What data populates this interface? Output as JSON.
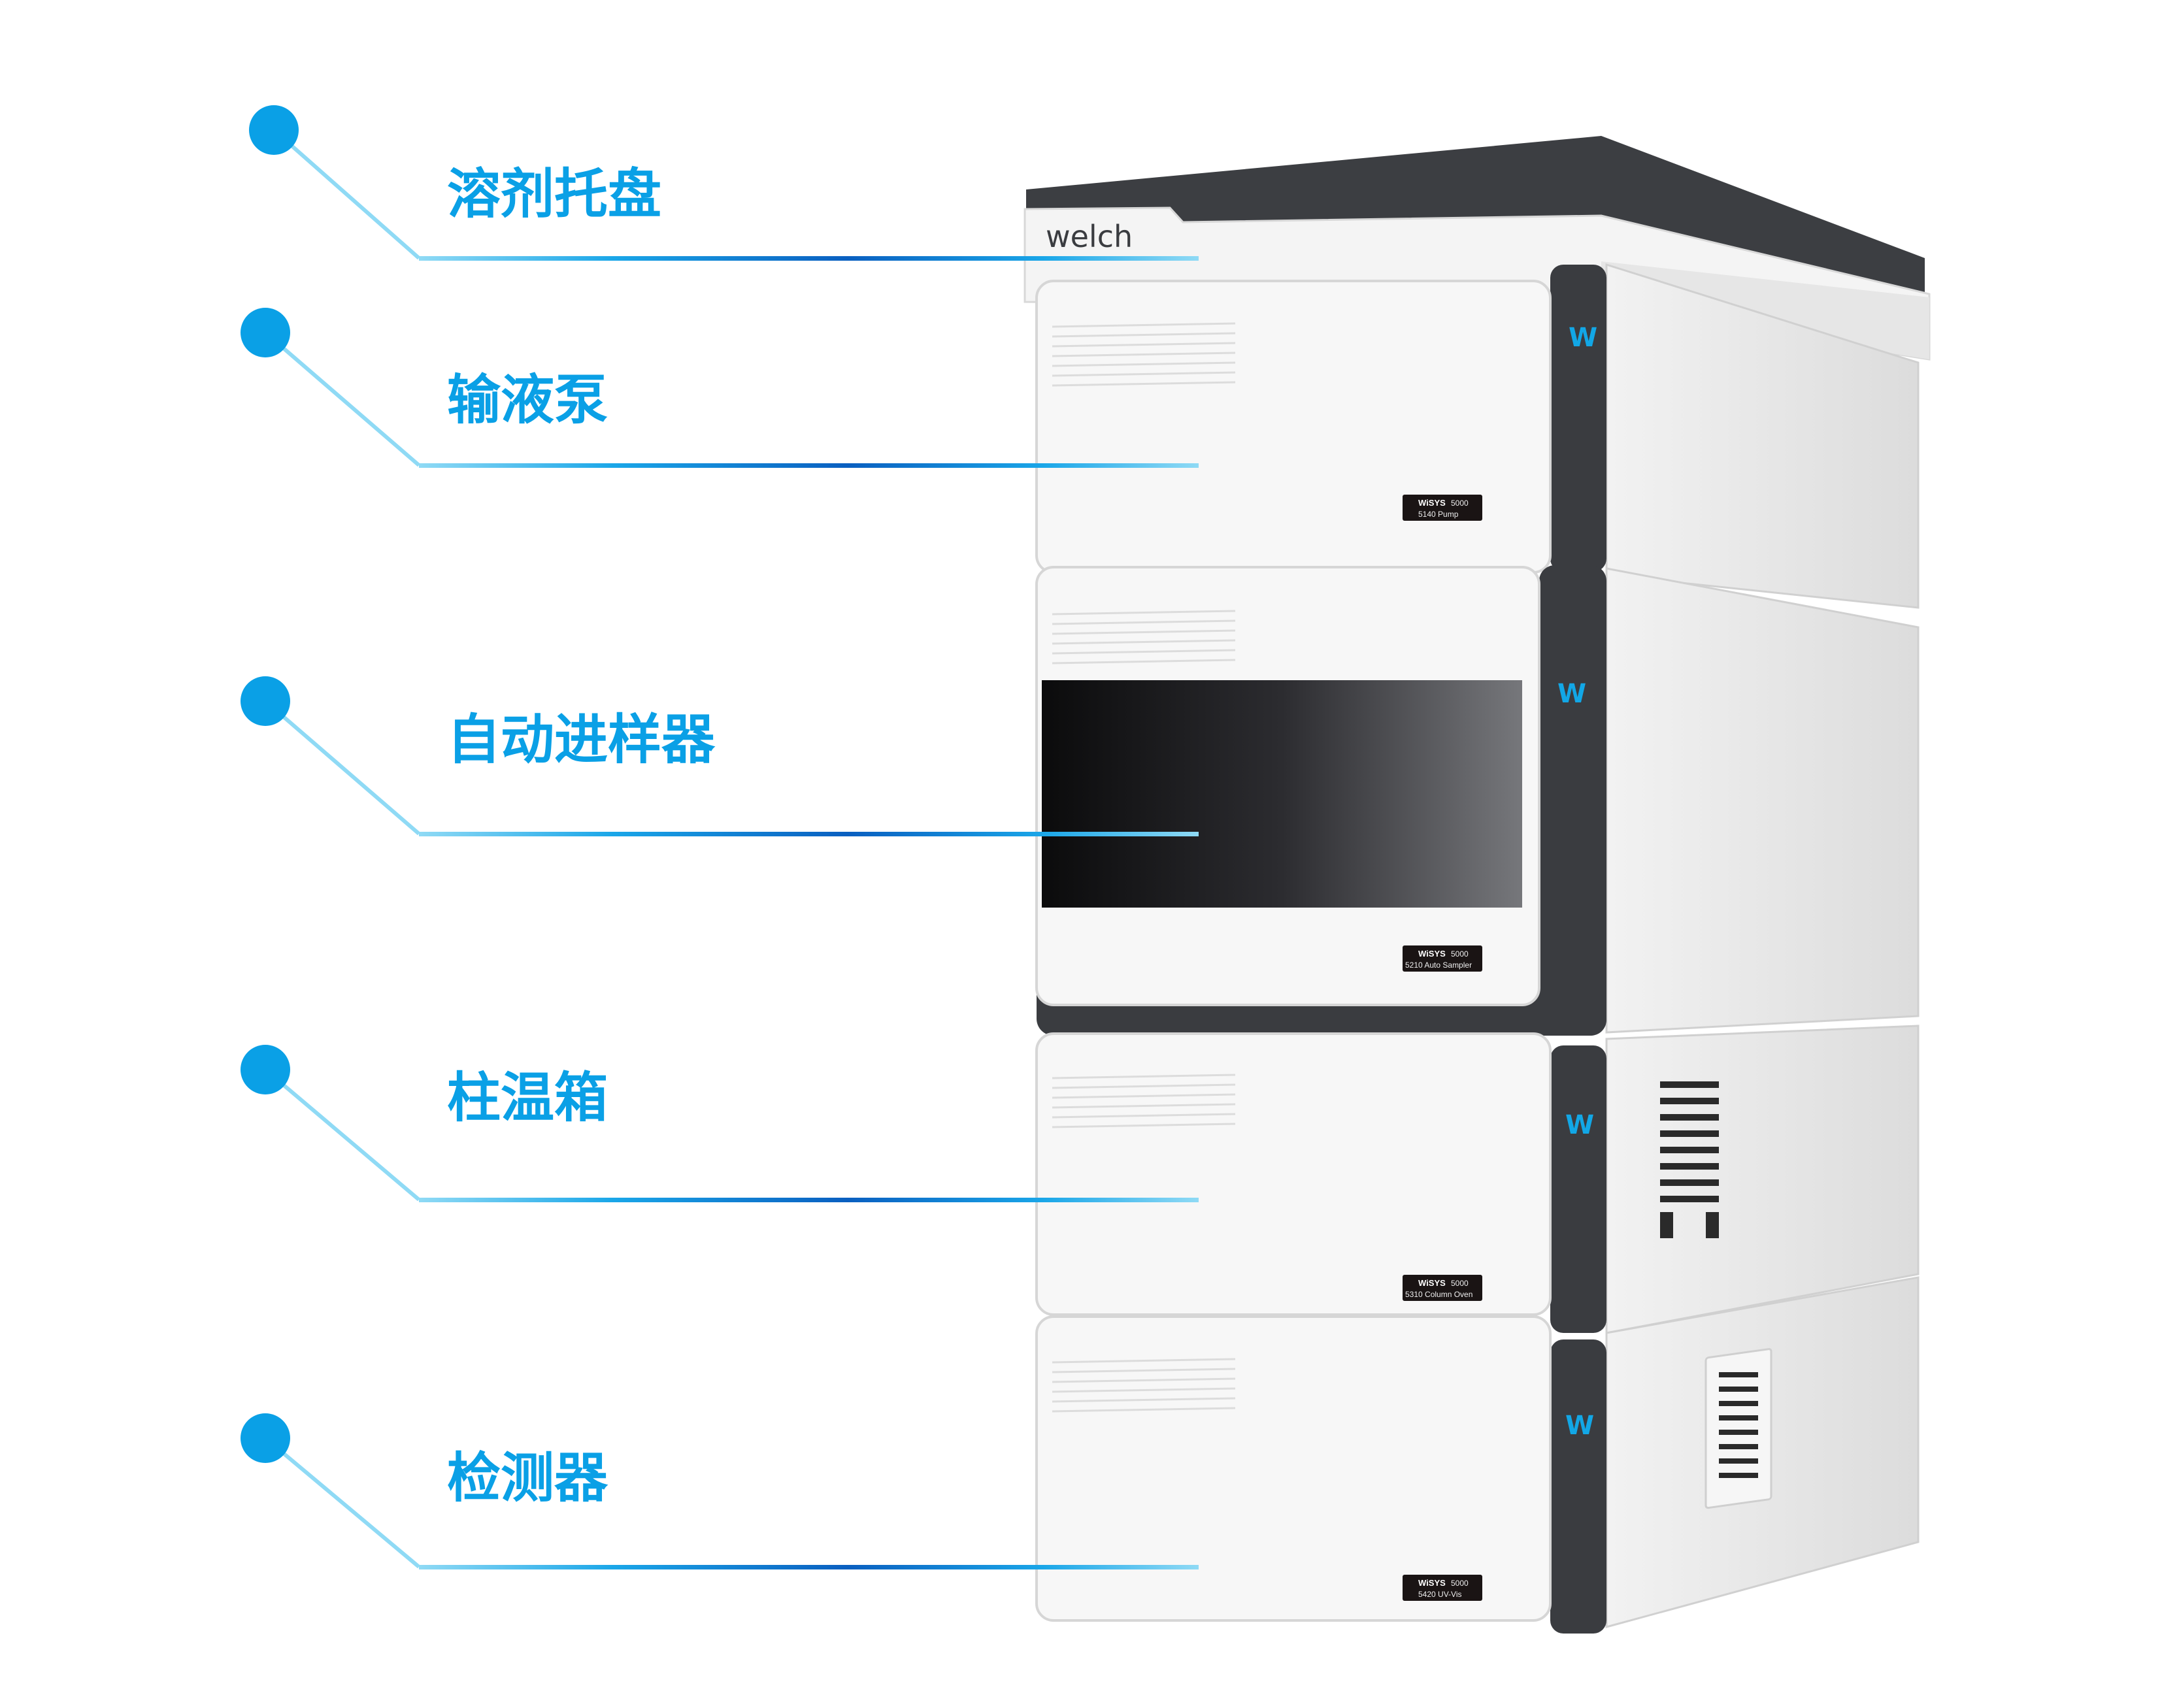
{
  "colors": {
    "accent": "#0aa0e6",
    "line_dark": "#0a5fc0",
    "line_light": "#8fdaf5",
    "chassis_dark": "#3a3c40"
  },
  "brand_logo": "welch",
  "callouts": [
    {
      "label": "溶剂托盘"
    },
    {
      "label": "输液泵"
    },
    {
      "label": "自动进样器"
    },
    {
      "label": "柱温箱"
    },
    {
      "label": "检测器"
    }
  ],
  "modules": [
    {
      "brand": "WiSYS",
      "series": "5000",
      "model": "5140 Pump"
    },
    {
      "brand": "WiSYS",
      "series": "5000",
      "model": "5210 Auto Sampler"
    },
    {
      "brand": "WiSYS",
      "series": "5000",
      "model": "5310 Column Oven"
    },
    {
      "brand": "WiSYS",
      "series": "5000",
      "model": "5420 UV-Vis"
    }
  ]
}
